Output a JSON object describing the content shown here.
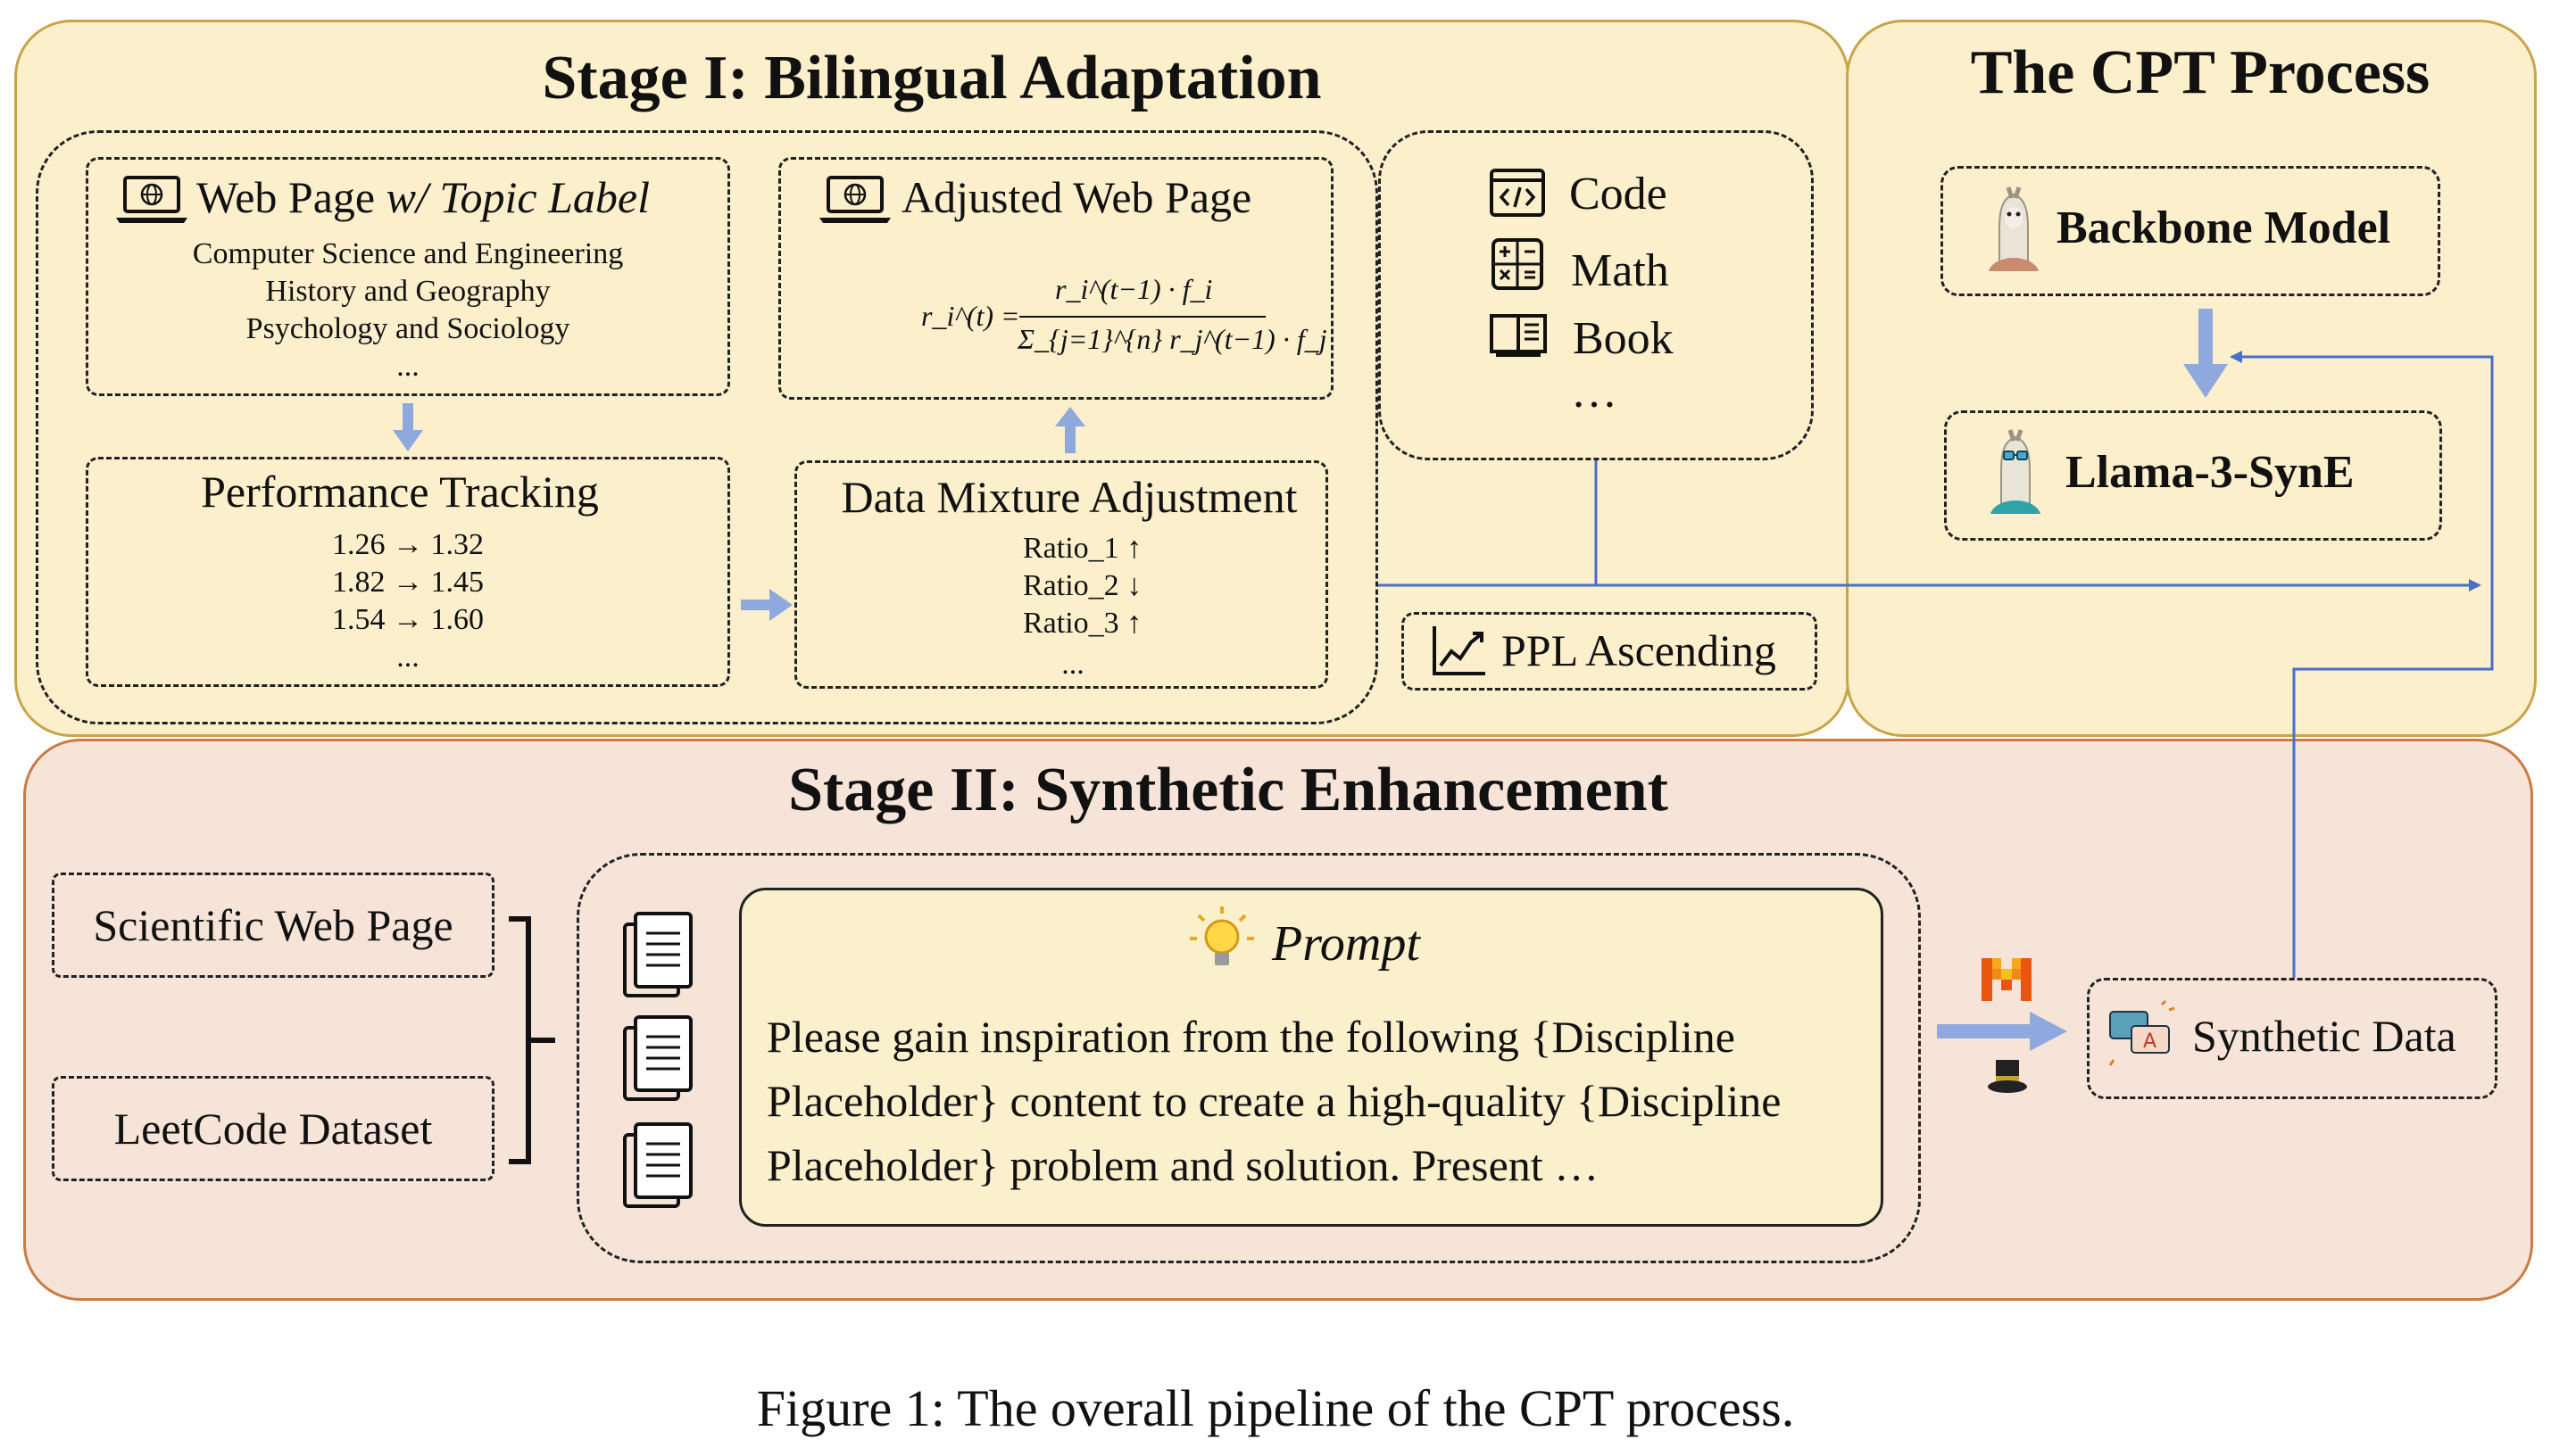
{
  "stage1": {
    "title": "Stage I: Bilingual Adaptation",
    "web_page": {
      "title_plain": "Web Page ",
      "title_italic": "w/ Topic Label",
      "topics": [
        "Computer Science and Engineering",
        "History and Geography",
        "Psychology and Sociology",
        "..."
      ]
    },
    "adjusted_web_page": {
      "title": "Adjusted Web Page",
      "formula": {
        "lhs": "r_i^(t) =",
        "numerator": "r_i^(t−1) · f_i",
        "denominator": "Σ_{j=1}^{n} r_j^(t−1) · f_j"
      }
    },
    "performance": {
      "title": "Performance Tracking",
      "rows": [
        "1.26 → 1.32",
        "1.82 → 1.45",
        "1.54 → 1.60",
        "..."
      ]
    },
    "mixture": {
      "title": "Data Mixture Adjustment",
      "rows": [
        {
          "label": "Ratio_1",
          "arrow": "↑"
        },
        {
          "label": "Ratio_2",
          "arrow": "↓"
        },
        {
          "label": "Ratio_3",
          "arrow": "↑"
        }
      ],
      "ellipsis": "..."
    },
    "domains": {
      "items": [
        {
          "label": "Code",
          "icon": "code-icon"
        },
        {
          "label": "Math",
          "icon": "calculator-icon"
        },
        {
          "label": "Book",
          "icon": "book-icon"
        }
      ],
      "ellipsis": "…"
    },
    "ppl": {
      "label": "PPL Ascending",
      "icon": "trend-chart-icon"
    }
  },
  "cpt": {
    "title": "The CPT Process",
    "backbone": "Backbone Model",
    "synE": "Llama-3-SynE"
  },
  "stage2": {
    "title": "Stage II: Synthetic Enhancement",
    "sources": [
      "Scientific Web Page",
      "LeetCode Dataset"
    ],
    "prompt": {
      "title": "Prompt",
      "text": "Please gain inspiration from the following {Discipline Placeholder} content to create a high-quality {Discipline Placeholder} problem and solution. Present …"
    },
    "synthetic": "Synthetic Data"
  },
  "caption": "Figure 1: The overall pipeline of the CPT process.",
  "colors": {
    "stage1_bg": "#fbefcc",
    "stage1_border": "#c9a448",
    "stage2_bg": "#f6e4d8",
    "stage2_border": "#c97b43",
    "arrow_light": "#8fa9de",
    "line_blue": "#4a6fc8"
  }
}
